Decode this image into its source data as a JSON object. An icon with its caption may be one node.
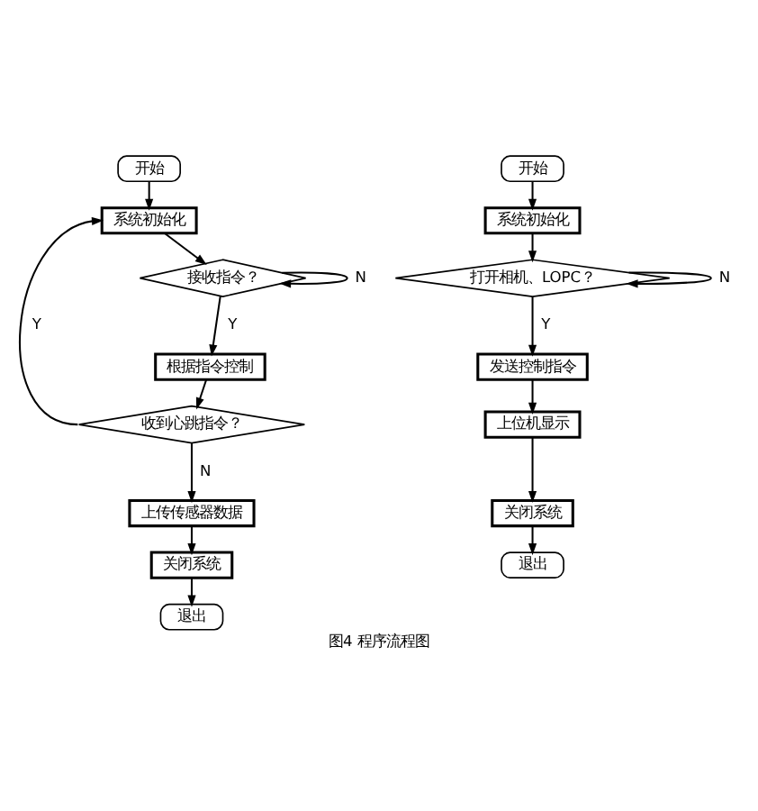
{
  "diagram": {
    "caption": "图4 程序流程图",
    "nodes": [
      {
        "text": [
          "开始"
        ]
      },
      {
        "text": [
          "系统初始化"
        ]
      },
      {
        "text": [
          "接收指令？"
        ]
      },
      {
        "text": [
          "根据指令控制"
        ]
      },
      {
        "text": [
          "收到心跳指令？"
        ]
      },
      {
        "text": [
          "上传传感器数据"
        ]
      },
      {
        "text": [
          "关闭系统"
        ]
      },
      {
        "text": [
          "退出"
        ]
      },
      {
        "text": [
          "开始"
        ]
      },
      {
        "text": [
          "系统初始化"
        ]
      },
      {
        "text": [
          "打开相机、LOPC？"
        ]
      },
      {
        "text": [
          "发送控制指令"
        ]
      },
      {
        "text": [
          "上位机显示"
        ]
      },
      {
        "text": [
          "关闭系统"
        ]
      },
      {
        "text": [
          "退出"
        ]
      }
    ],
    "edges": [
      {
        "from": 0,
        "to": 1,
        "arrow": "to"
      },
      {
        "from": 1,
        "to": 2,
        "arrow": "to"
      },
      {
        "from": 2,
        "to": 2,
        "arrow": "to",
        "label": "N"
      },
      {
        "from": 2,
        "to": 3,
        "arrow": "to",
        "label": "Y"
      },
      {
        "from": 3,
        "to": 4,
        "arrow": "to"
      },
      {
        "from": 4,
        "to": 1,
        "arrow": "to",
        "label": "Y"
      },
      {
        "from": 4,
        "to": 5,
        "arrow": "to",
        "label": "N"
      },
      {
        "from": 5,
        "to": 6,
        "arrow": "to"
      },
      {
        "from": 6,
        "to": 7,
        "arrow": "to"
      },
      {
        "from": 8,
        "to": 9,
        "arrow": "to"
      },
      {
        "from": 9,
        "to": 10,
        "arrow": "to"
      },
      {
        "from": 10,
        "to": 10,
        "arrow": "to",
        "label": "N"
      },
      {
        "from": 10,
        "to": 11,
        "arrow": "to",
        "label": "Y"
      },
      {
        "from": 11,
        "to": 12,
        "arrow": "to"
      },
      {
        "from": 12,
        "to": 13,
        "arrow": "to"
      },
      {
        "from": 13,
        "to": 14,
        "arrow": "to"
      }
    ]
  }
}
